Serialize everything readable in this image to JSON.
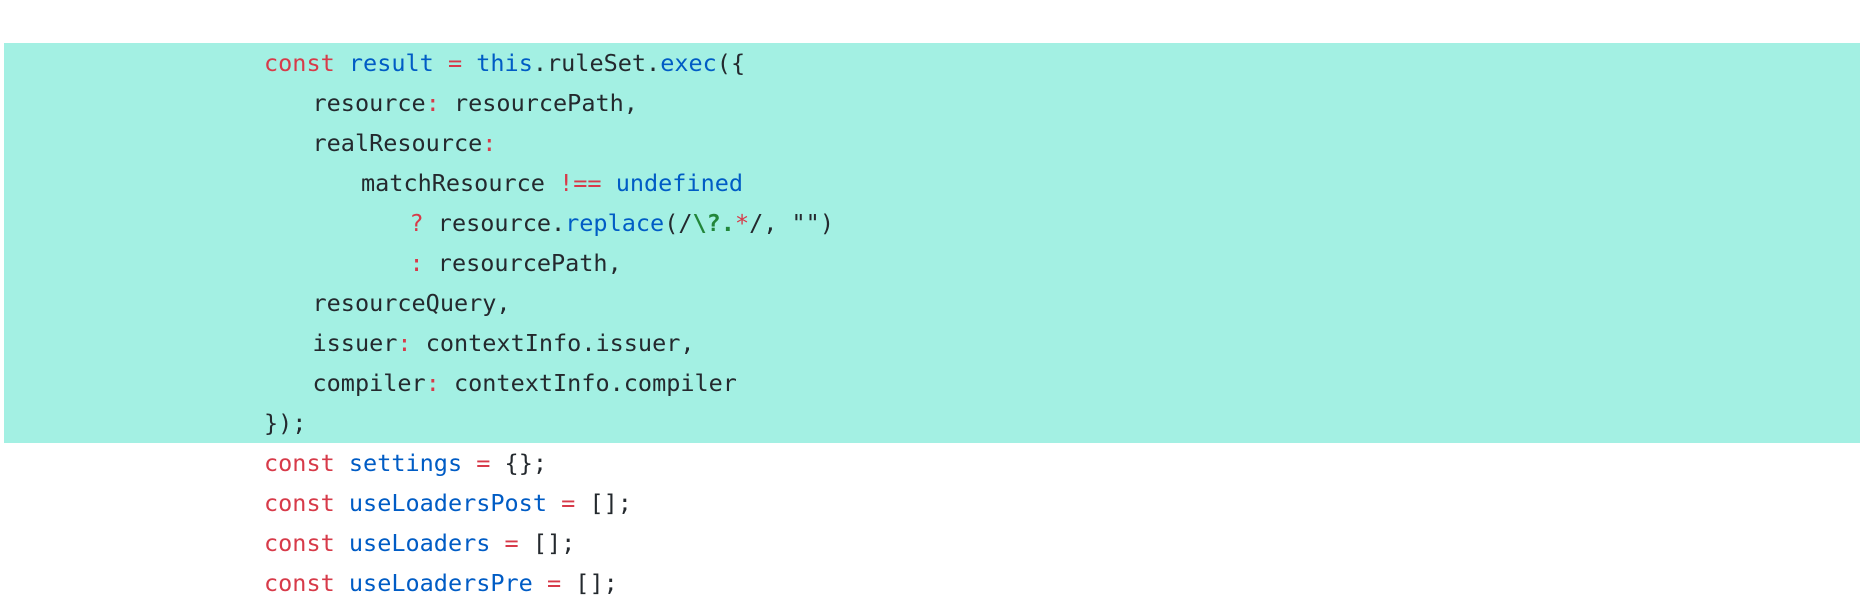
{
  "colors": {
    "highlight_background": "#a3f0e3",
    "keyword": "#d73a49",
    "identifier": "#005cc5",
    "text": "#24292e",
    "regex_escape": "#22863a"
  },
  "code": {
    "lines": [
      {
        "indent": 5,
        "tokens": [
          {
            "t": "const",
            "c": "kw"
          },
          {
            "t": " ",
            "c": "plain"
          },
          {
            "t": "result",
            "c": "var"
          },
          {
            "t": " ",
            "c": "plain"
          },
          {
            "t": "=",
            "c": "op"
          },
          {
            "t": " ",
            "c": "plain"
          },
          {
            "t": "this",
            "c": "this"
          },
          {
            "t": ".ruleSet.",
            "c": "plain"
          },
          {
            "t": "exec",
            "c": "fn"
          },
          {
            "t": "({",
            "c": "punc"
          }
        ]
      },
      {
        "indent": 6,
        "tokens": [
          {
            "t": "resource",
            "c": "key"
          },
          {
            "t": ":",
            "c": "op"
          },
          {
            "t": " resourcePath,",
            "c": "plain"
          }
        ]
      },
      {
        "indent": 6,
        "tokens": [
          {
            "t": "realResource",
            "c": "key"
          },
          {
            "t": ":",
            "c": "op"
          }
        ]
      },
      {
        "indent": 7,
        "tokens": [
          {
            "t": "matchResource ",
            "c": "plain"
          },
          {
            "t": "!==",
            "c": "op"
          },
          {
            "t": " ",
            "c": "plain"
          },
          {
            "t": "undefined",
            "c": "var"
          }
        ]
      },
      {
        "indent": 8,
        "tokens": [
          {
            "t": "?",
            "c": "op"
          },
          {
            "t": " resource.",
            "c": "plain"
          },
          {
            "t": "replace",
            "c": "fn"
          },
          {
            "t": "(/",
            "c": "punc"
          },
          {
            "t": "\\?",
            "c": "esc"
          },
          {
            "t": ".",
            "c": "esc"
          },
          {
            "t": "*",
            "c": "rgx"
          },
          {
            "t": "/, \"\")",
            "c": "str"
          }
        ]
      },
      {
        "indent": 8,
        "tokens": [
          {
            "t": ":",
            "c": "op"
          },
          {
            "t": " resourcePath,",
            "c": "plain"
          }
        ]
      },
      {
        "indent": 6,
        "tokens": [
          {
            "t": "resourceQuery,",
            "c": "plain"
          }
        ]
      },
      {
        "indent": 6,
        "tokens": [
          {
            "t": "issuer",
            "c": "key"
          },
          {
            "t": ":",
            "c": "op"
          },
          {
            "t": " contextInfo.issuer,",
            "c": "plain"
          }
        ]
      },
      {
        "indent": 6,
        "tokens": [
          {
            "t": "compiler",
            "c": "key"
          },
          {
            "t": ":",
            "c": "op"
          },
          {
            "t": " contextInfo.compiler",
            "c": "plain"
          }
        ]
      },
      {
        "indent": 5,
        "tokens": [
          {
            "t": "});",
            "c": "punc"
          }
        ]
      },
      {
        "indent": 5,
        "tokens": [
          {
            "t": "const",
            "c": "kw"
          },
          {
            "t": " ",
            "c": "plain"
          },
          {
            "t": "settings",
            "c": "var"
          },
          {
            "t": " ",
            "c": "plain"
          },
          {
            "t": "=",
            "c": "op"
          },
          {
            "t": " {};",
            "c": "punc"
          }
        ]
      },
      {
        "indent": 5,
        "tokens": [
          {
            "t": "const",
            "c": "kw"
          },
          {
            "t": " ",
            "c": "plain"
          },
          {
            "t": "useLoadersPost",
            "c": "var"
          },
          {
            "t": " ",
            "c": "plain"
          },
          {
            "t": "=",
            "c": "op"
          },
          {
            "t": " [];",
            "c": "punc"
          }
        ]
      },
      {
        "indent": 5,
        "tokens": [
          {
            "t": "const",
            "c": "kw"
          },
          {
            "t": " ",
            "c": "plain"
          },
          {
            "t": "useLoaders",
            "c": "var"
          },
          {
            "t": " ",
            "c": "plain"
          },
          {
            "t": "=",
            "c": "op"
          },
          {
            "t": " [];",
            "c": "punc"
          }
        ]
      },
      {
        "indent": 5,
        "tokens": [
          {
            "t": "const",
            "c": "kw"
          },
          {
            "t": " ",
            "c": "plain"
          },
          {
            "t": "useLoadersPre",
            "c": "var"
          },
          {
            "t": " ",
            "c": "plain"
          },
          {
            "t": "=",
            "c": "op"
          },
          {
            "t": " [];",
            "c": "punc"
          }
        ]
      }
    ]
  }
}
